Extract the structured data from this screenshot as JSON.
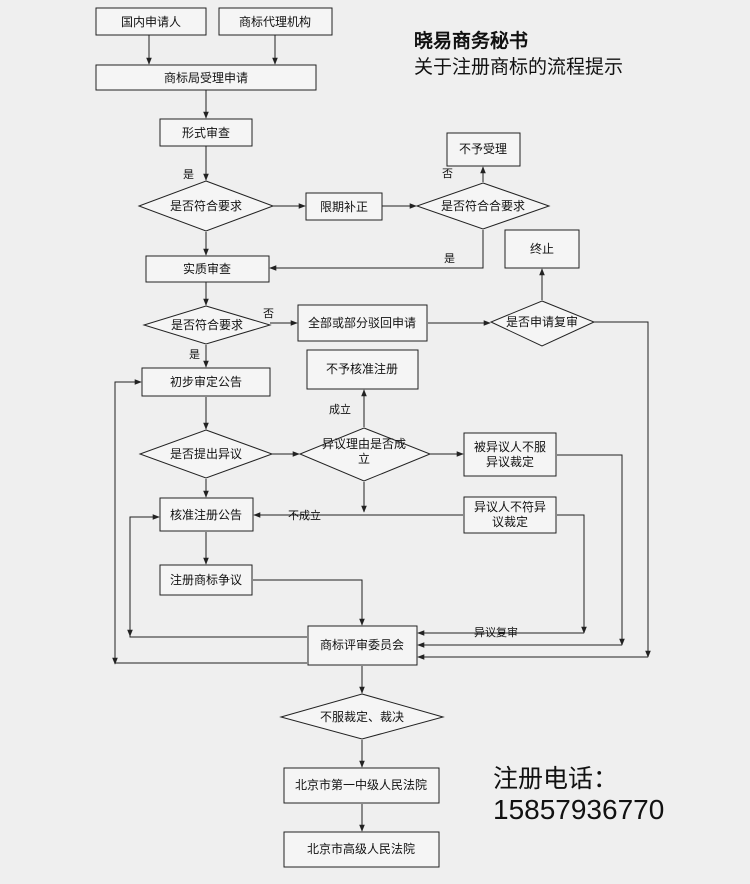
{
  "header": {
    "brand": "晓易商务秘书",
    "subtitle": "关于注册商标的流程提示"
  },
  "contact": {
    "phone_label": "注册电话：",
    "phone_number": "15857936770"
  },
  "nodes": {
    "domestic_applicant": "国内申请人",
    "agency": "商标代理机构",
    "accept_application": "商标局受理申请",
    "formal_review": "形式审查",
    "q_meets_1": "是否符合要求",
    "correction": "限期补正",
    "q_meets_2": "是否符合合要求",
    "not_accepted": "不予受理",
    "substantive_review": "实质审查",
    "terminate": "终止",
    "q_meets_3": "是否符合要求",
    "reject": "全部或部分驳回申请",
    "q_review": "是否申请复审",
    "prelim_announce": "初步审定公告",
    "not_approved": "不予核准注册",
    "q_opposition": "是否提出异议",
    "q_grounds": "异议理由是否成立",
    "opposed_disagree": "被异议人不服异议裁定",
    "approve_announce": "核准注册公告",
    "opposer_disagree": "异议人不符异议裁定",
    "dispute": "注册商标争议",
    "board": "商标评审委员会",
    "q_disagree": "不服裁定、裁决",
    "court1": "北京市第一中级人民法院",
    "court2": "北京市高级人民法院"
  },
  "edge_labels": {
    "yes1": "是",
    "no1": "否",
    "yes2": "是",
    "no2": "否",
    "yes3": "是",
    "established": "成立",
    "not_established": "不成立",
    "opp_review": "异议复审"
  }
}
